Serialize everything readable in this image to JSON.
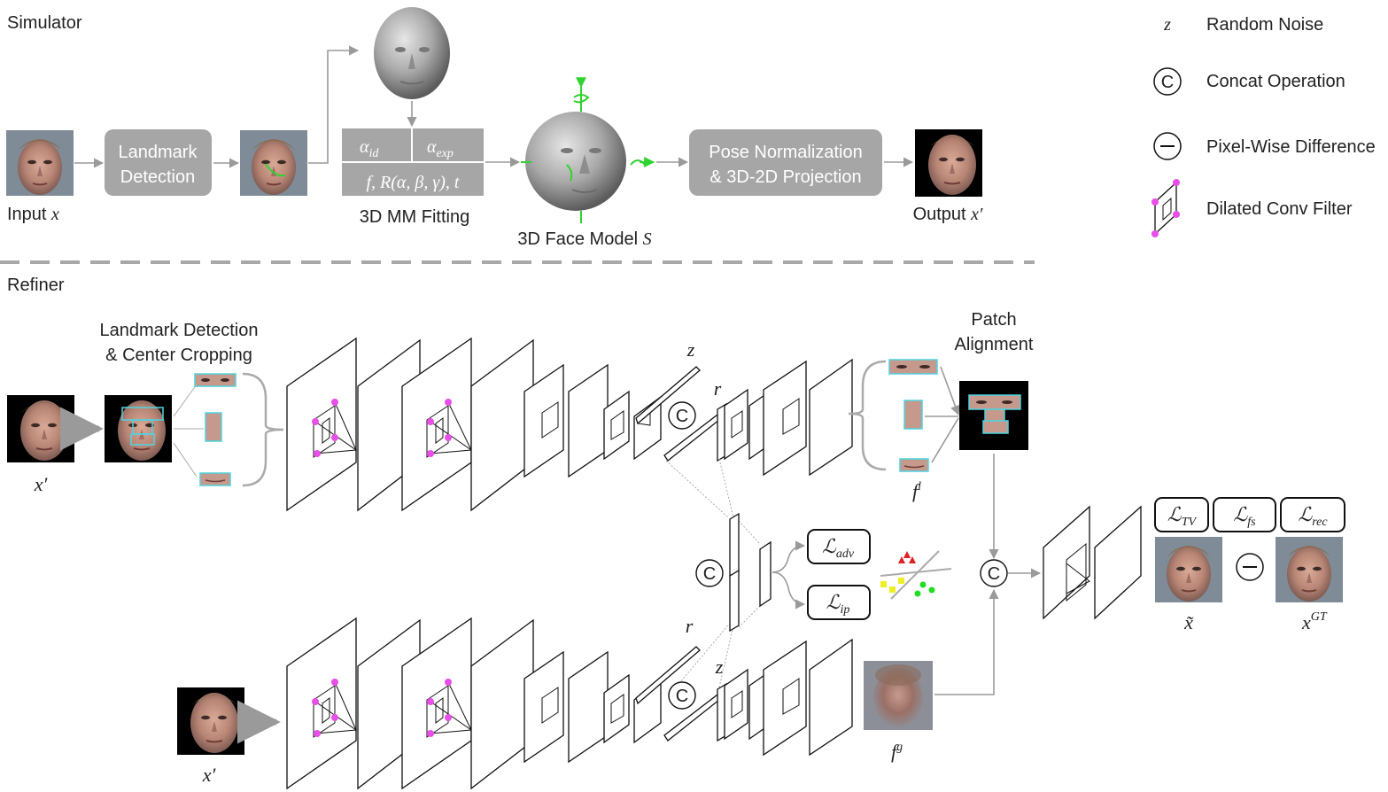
{
  "sections": {
    "simulator": "Simulator",
    "refiner": "Refiner"
  },
  "simulator": {
    "input_label": "Input",
    "input_var": "x",
    "landmark_box": [
      "Landmark",
      "Detection"
    ],
    "fit_params": {
      "id": "α",
      "id_sub": "id",
      "exp": "α",
      "exp_sub": "exp",
      "pose": "f, R(α, β, γ), t"
    },
    "fitting_label": "3D MM Fitting",
    "face_model_label": "3D Face Model",
    "face_model_var": "S",
    "pose_box": [
      "Pose Normalization",
      "& 3D-2D Projection"
    ],
    "output_label": "Output",
    "output_var": "x′"
  },
  "legend": [
    {
      "symbol": "z",
      "label": "Random Noise",
      "icon": "z-letter"
    },
    {
      "symbol": "C",
      "label": "Concat Operation",
      "icon": "concat-circle-icon"
    },
    {
      "symbol": "–",
      "label": "Pixel-Wise Difference",
      "icon": "minus-circle-icon"
    },
    {
      "symbol": "",
      "label": "Dilated Conv Filter",
      "icon": "dilated-filter-icon"
    }
  ],
  "refiner": {
    "landmark_crop": [
      "Landmark Detection",
      "& Center Cropping"
    ],
    "patch_alignment": [
      "Patch",
      "Alignment"
    ],
    "x_prime": "x′",
    "z": "z",
    "r": "r",
    "concat": "C",
    "f_local": "f",
    "f_local_sup": "l",
    "f_global": "f",
    "f_global_sup": "g",
    "loss_adv": {
      "main": "ℒ",
      "sub": "adv"
    },
    "loss_ip": {
      "main": "ℒ",
      "sub": "ip"
    },
    "loss_tv": {
      "main": "ℒ",
      "sub": "TV"
    },
    "loss_fs": {
      "main": "ℒ",
      "sub": "fs"
    },
    "loss_rec": {
      "main": "ℒ",
      "sub": "rec"
    },
    "x_tilde": "x̃",
    "x_gt": "x",
    "x_gt_sup": "GT",
    "minus": "–"
  },
  "colors": {
    "gray_box": "#a6a6a6",
    "cyan": "#4fd3e0",
    "magenta": "#e84ee8",
    "green": "#2fd32f",
    "face_skin": "#c99a8a",
    "face_bg": "#7f8b96"
  }
}
